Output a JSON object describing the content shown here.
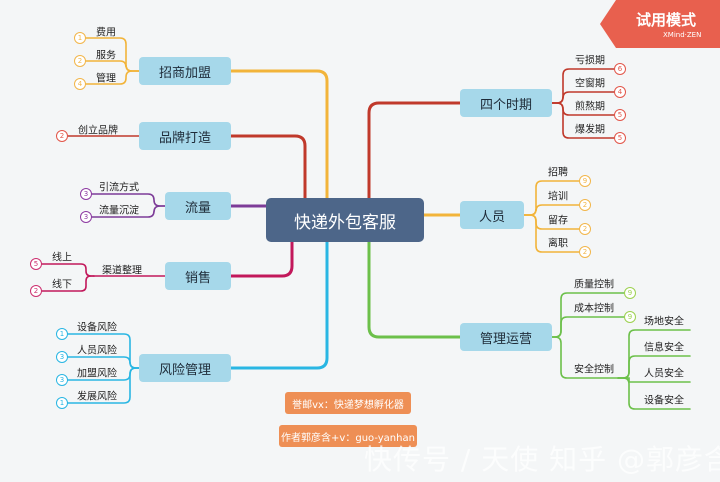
{
  "center": "快递外包客服",
  "corner_badge": {
    "title": "试用模式",
    "sub": "XMind·ZEN"
  },
  "left_branches": [
    {
      "label": "招商加盟",
      "items": [
        {
          "text": "费用",
          "badge": "1"
        },
        {
          "text": "服务",
          "badge": "2"
        },
        {
          "text": "管理",
          "badge": "4"
        }
      ]
    },
    {
      "label": "品牌打造",
      "items": [
        {
          "text": "创立品牌",
          "badge": "2"
        }
      ]
    },
    {
      "label": "流量",
      "items": [
        {
          "text": "引流方式",
          "badge": "3"
        },
        {
          "text": "流量沉淀",
          "badge": "3"
        }
      ]
    },
    {
      "label": "销售",
      "sub": "渠道整理",
      "items": [
        {
          "text": "线上",
          "badge": "5"
        },
        {
          "text": "线下",
          "badge": "2"
        }
      ]
    },
    {
      "label": "风险管理",
      "items": [
        {
          "text": "设备风险",
          "badge": "1"
        },
        {
          "text": "人员风险",
          "badge": "3"
        },
        {
          "text": "加盟风险",
          "badge": "3"
        },
        {
          "text": "发展风险",
          "badge": "1"
        }
      ]
    }
  ],
  "right_branches": [
    {
      "label": "四个时期",
      "items": [
        {
          "text": "亏损期",
          "badge": "6"
        },
        {
          "text": "空窗期",
          "badge": "4"
        },
        {
          "text": "煎熬期",
          "badge": "5"
        },
        {
          "text": "爆发期",
          "badge": "5"
        }
      ]
    },
    {
      "label": "人员",
      "items": [
        {
          "text": "招聘",
          "badge": "9"
        },
        {
          "text": "培训",
          "badge": "2"
        },
        {
          "text": "留存",
          "badge": "2"
        },
        {
          "text": "离职",
          "badge": "2"
        }
      ]
    },
    {
      "label": "管理运营",
      "subs": [
        {
          "text": "质量控制",
          "badge": "9"
        },
        {
          "text": "成本控制",
          "badge": "9"
        },
        {
          "text": "安全控制",
          "items": [
            "场地安全",
            "信息安全",
            "人员安全",
            "设备安全"
          ]
        }
      ]
    }
  ],
  "footer_notes": [
    "誉邮vx：快递梦想孵化器",
    "作者郭彦含+v：guo-yanhan"
  ],
  "watermark": "快传号 / 天使 知乎 @郭彦含",
  "colors": {
    "node_fill": "#a6d8ea",
    "center_fill": "#4d6689",
    "orange": "#ee8f55",
    "corner": "#e8604e",
    "badge_border": "#f2b64a",
    "badge_red": "#e2564a",
    "badge_purple": "#8d3aa2",
    "badge_pink": "#cc2f6f",
    "badge_green": "#9cd14f"
  }
}
